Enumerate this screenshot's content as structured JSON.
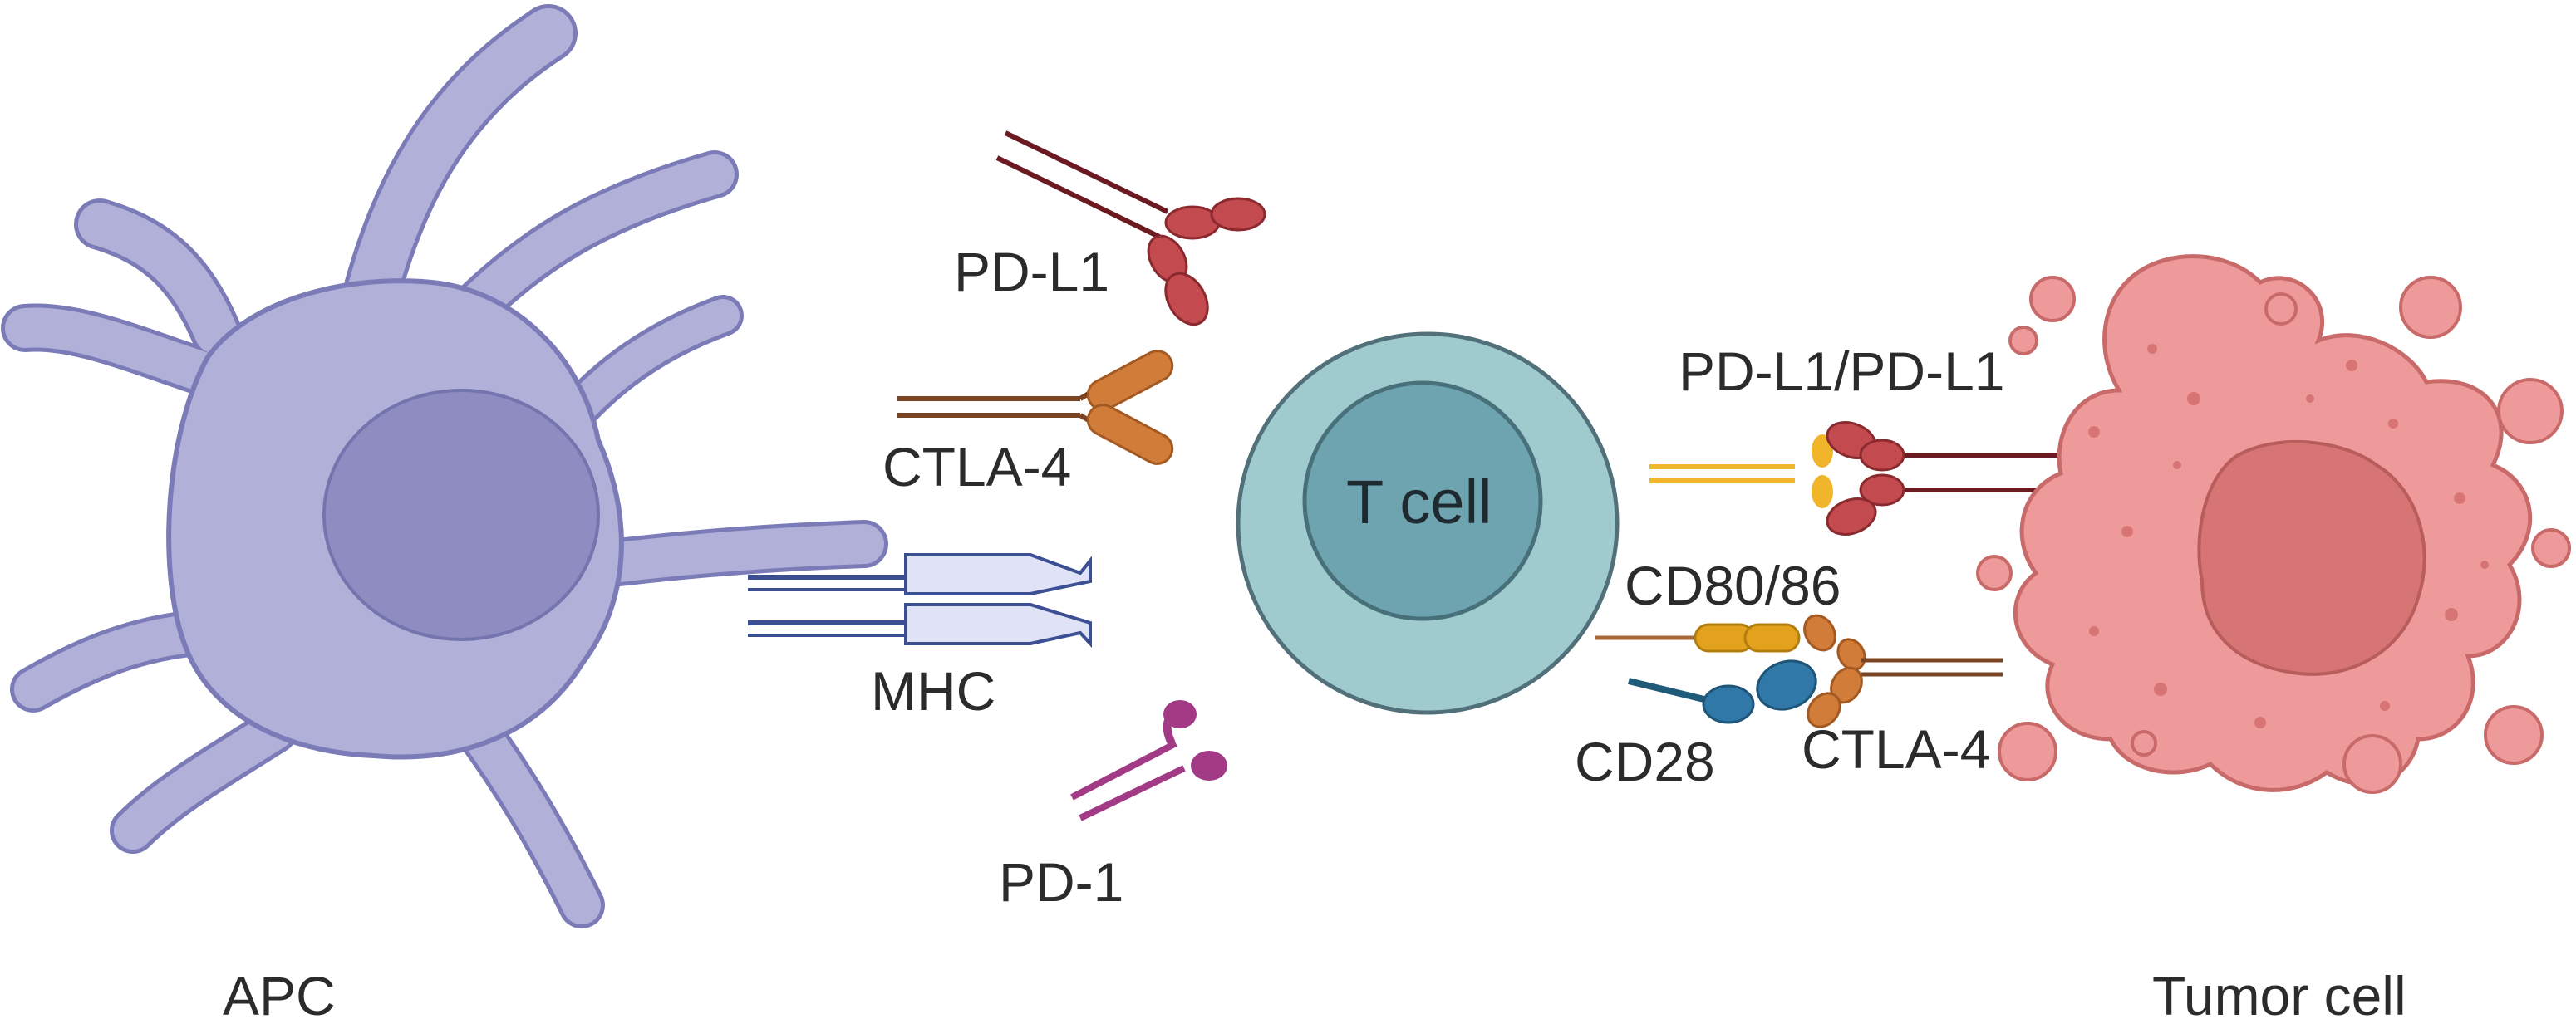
{
  "labels": {
    "apc": "APC",
    "mhc": "MHC",
    "pd_l1_top": "PD-L1",
    "ctla4_left": "CTLA-4",
    "pd1": "PD-1",
    "t_cell": "T cell",
    "pd_l1_pair": "PD-L1/PD-L1",
    "cd80_86": "CD80/86",
    "cd28": "CD28",
    "ctla4_right": "CTLA-4",
    "tumor_cell": "Tumor cell"
  },
  "colors": {
    "apc_fill": "#b0b0d8",
    "apc_stroke": "#7b7bb8",
    "apc_nucleus": "#8e8cc0",
    "t_cell_outer": "#9fcbcf",
    "t_cell_inner": "#6ea3b0",
    "tumor_fill": "#ef9a9a",
    "tumor_core": "#d77474",
    "pd_l1": "#c34a4f",
    "pd_l1_line": "#6b1a22",
    "ctla4": "#d27c3a",
    "ctla4_line": "#7a4422",
    "mhc_fill": "#dfe3f5",
    "mhc_line": "#3c4f93",
    "pd1": "#a33a86",
    "cd80_86": "#e2a21e",
    "cd28": "#2f78a8"
  }
}
